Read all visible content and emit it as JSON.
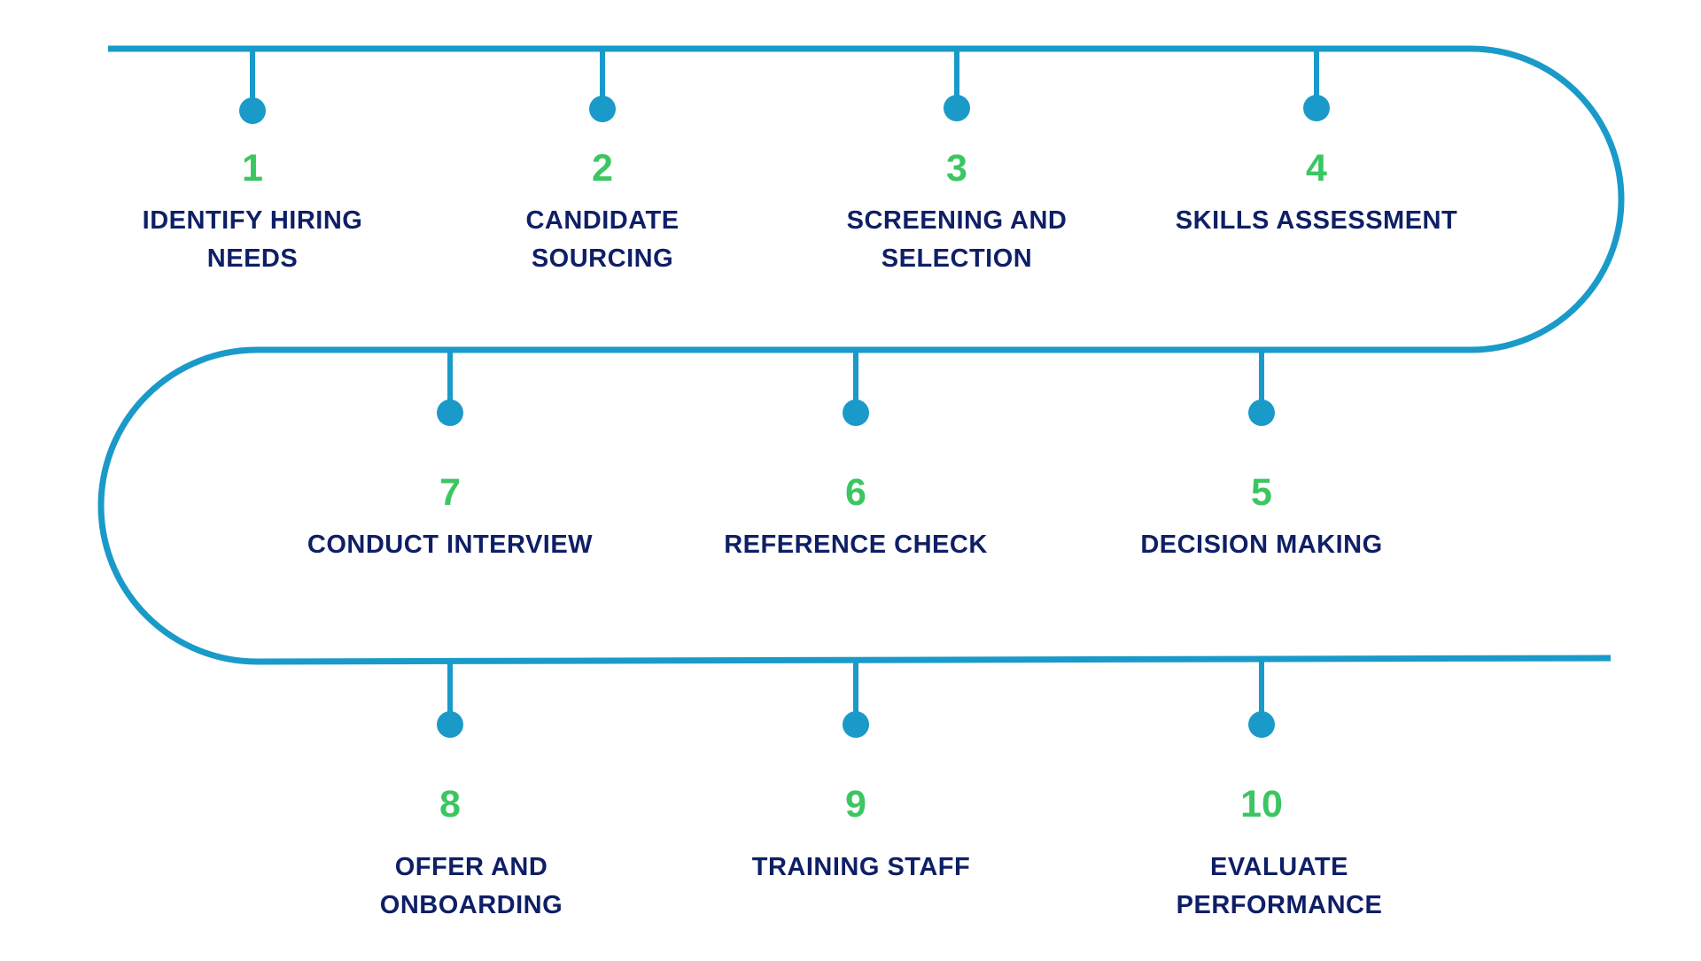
{
  "colors": {
    "track": "#1a9ac9",
    "number": "#3cc662",
    "label": "#0f1f66",
    "background": "#ffffff"
  },
  "steps": [
    {
      "number": "1",
      "label_lines": [
        "IDENTIFY HIRING",
        "NEEDS"
      ]
    },
    {
      "number": "2",
      "label_lines": [
        "CANDIDATE",
        "SOURCING"
      ]
    },
    {
      "number": "3",
      "label_lines": [
        "SCREENING AND",
        "SELECTION"
      ]
    },
    {
      "number": "4",
      "label_lines": [
        "SKILLS ASSESSMENT"
      ]
    },
    {
      "number": "5",
      "label_lines": [
        "DECISION MAKING"
      ]
    },
    {
      "number": "6",
      "label_lines": [
        "REFERENCE CHECK"
      ]
    },
    {
      "number": "7",
      "label_lines": [
        "CONDUCT INTERVIEW"
      ]
    },
    {
      "number": "8",
      "label_lines": [
        "OFFER AND",
        "ONBOARDING"
      ]
    },
    {
      "number": "9",
      "label_lines": [
        "TRAINING STAFF"
      ]
    },
    {
      "number": "10",
      "label_lines": [
        "EVALUATE",
        "PERFORMANCE"
      ]
    }
  ]
}
